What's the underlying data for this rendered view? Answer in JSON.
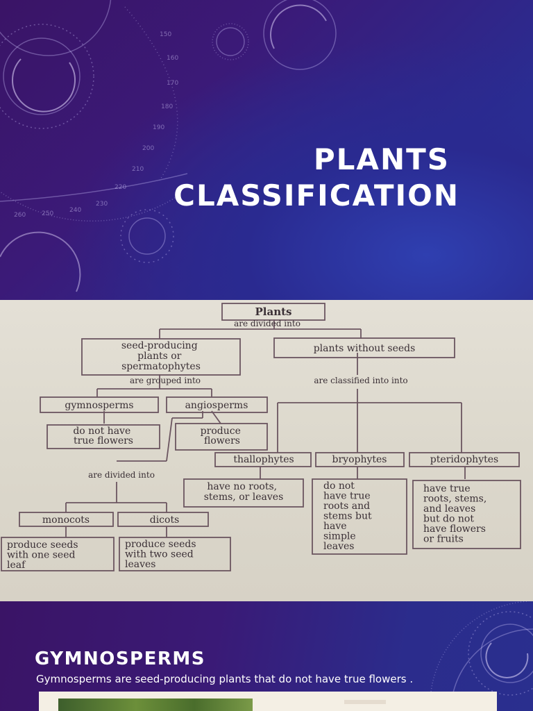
{
  "slide1": {
    "title_line1": "PLANTS",
    "title_line2": "CLASSIFICATION"
  },
  "flowchart": {
    "root": "Plants",
    "root_edge": "are divided into",
    "seed": "seed-producing|plants or|spermatophytes",
    "seed_edge": "are grouped into",
    "seedless": "plants without seeds",
    "seedless_edge": "are classified into into",
    "gymno": "gymnosperms",
    "gymno_desc": "do not have|true flowers",
    "angio": "angiosperms",
    "angio_desc": "produce|flowers",
    "angio_edge": "are divided  into",
    "mono": "monocots",
    "mono_desc": "produce seeds|with one seed|leaf",
    "dicot": "dicots",
    "dicot_desc": "produce seeds|with two seed|leaves",
    "thallo": "thallophytes",
    "thallo_desc": "have no roots,|stems, or leaves",
    "bryo": "bryophytes",
    "bryo_desc": "do not|have true|roots and|stems but|have|simple|leaves",
    "pterido": "pteridophytes",
    "pterido_desc": "have true|roots, stems,|and leaves|but do not|have flowers|or fruits"
  },
  "slide3": {
    "heading": "GYMNOSPERMS",
    "text": "Gymnosperms are seed-producing plants that do not have true flowers ."
  }
}
